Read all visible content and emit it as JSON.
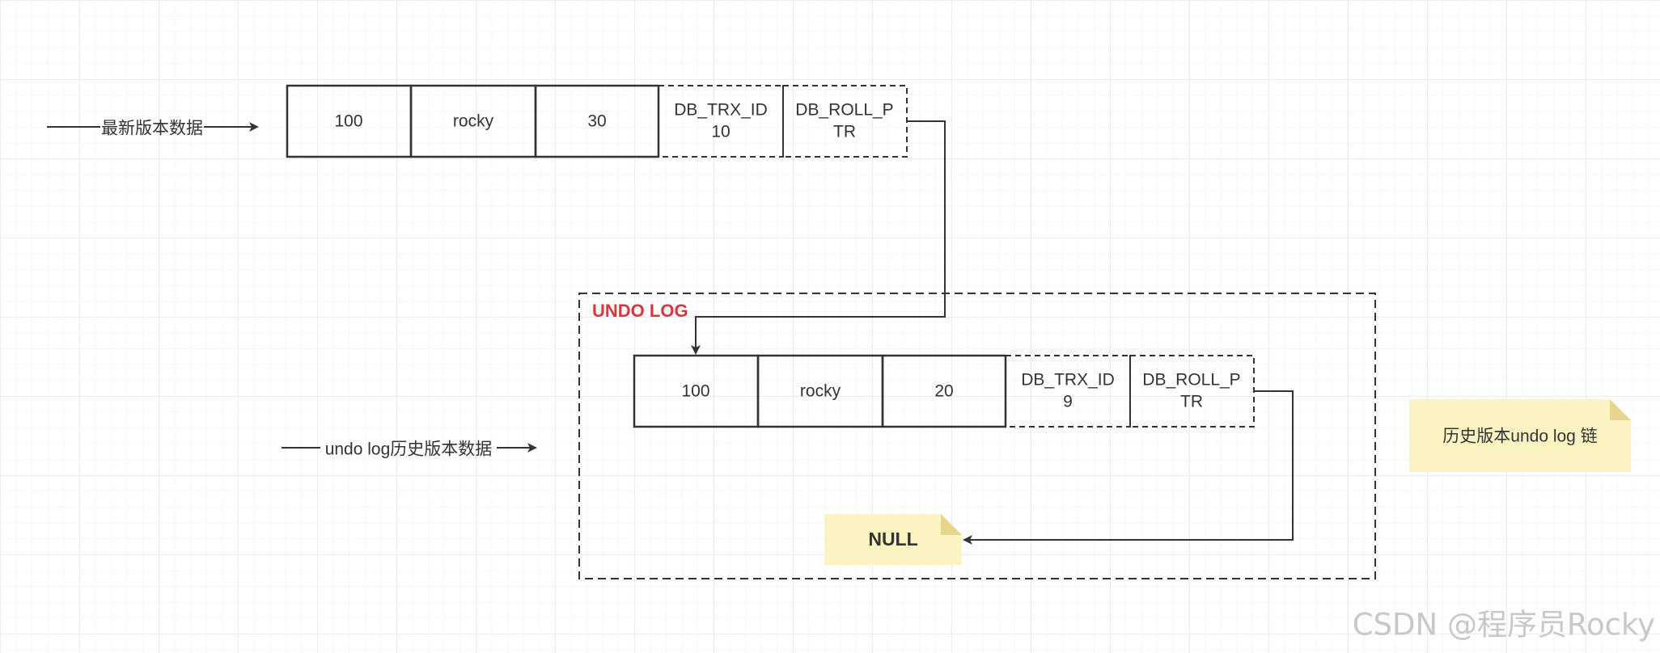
{
  "latest_version": {
    "label": "最新版本数据",
    "cells": [
      "100",
      "rocky",
      "30"
    ],
    "trx_id": {
      "line1": "DB_TRX_ID",
      "line2": "10"
    },
    "roll_ptr": {
      "line1": "DB_ROLL_P",
      "line2": "TR"
    }
  },
  "undo_log": {
    "title": "UNDO LOG",
    "label": "undo log历史版本数据",
    "cells": [
      "100",
      "rocky",
      "20"
    ],
    "trx_id": {
      "line1": "DB_TRX_ID",
      "line2": "9"
    },
    "roll_ptr": {
      "line1": "DB_ROLL_P",
      "line2": "TR"
    }
  },
  "null_note": "NULL",
  "chain_note": "历史版本undo log 链",
  "watermark": "CSDN @程序员Rocky",
  "colors": {
    "line": "#333333",
    "undo_title": "#d9363e",
    "note_fill": "#fbf4c2",
    "note_fold": "#e6d58a"
  }
}
